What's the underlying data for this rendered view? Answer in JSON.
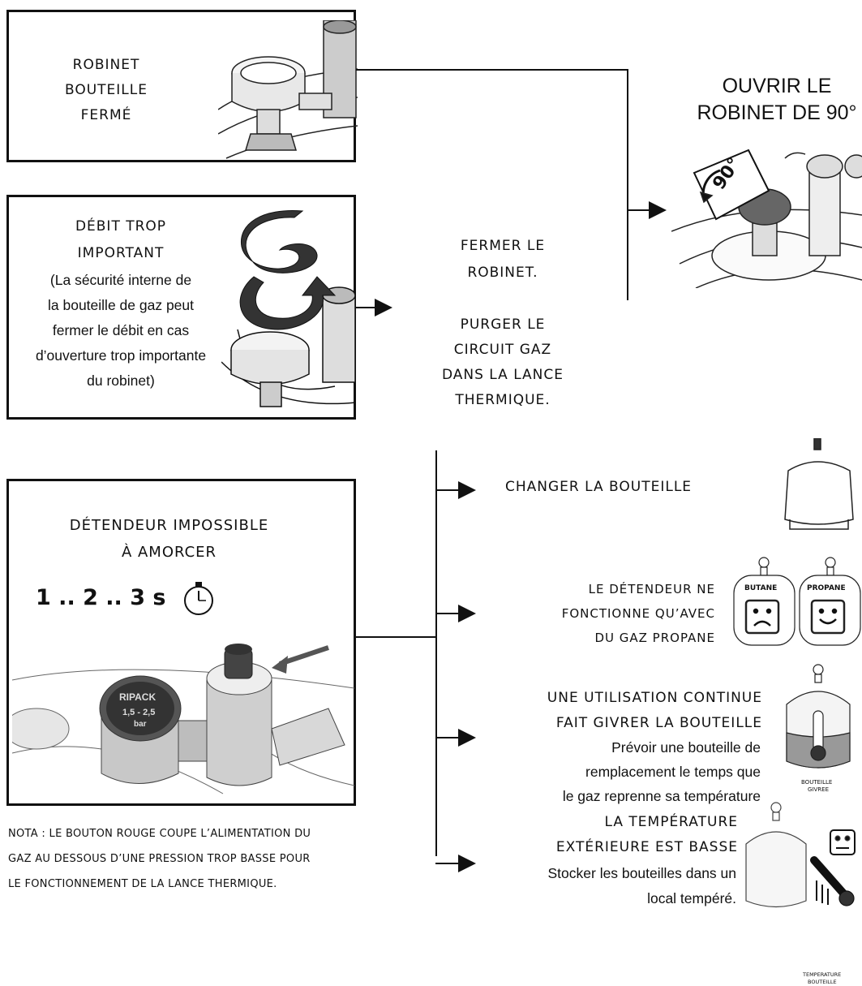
{
  "box_closed": {
    "lines": [
      "ROBINET",
      "BOUTEILLE",
      "FERMÉ"
    ],
    "image": "closed-valve-illustration"
  },
  "box_open": {
    "lines": [
      "OUVRIR LE",
      "ROBINET DE 90°"
    ],
    "angle_label": "90°",
    "image": "valve-rotation-illustration"
  },
  "box_flow": {
    "title_lines": [
      "DÉBIT TROP",
      "IMPORTANT"
    ],
    "note_lines": [
      "(La sécurité interne de",
      "la bouteille de gaz peut",
      "fermer le débit en cas",
      "d’ouverture trop importante",
      "du robinet)"
    ],
    "image": "spiral-valve-illustration"
  },
  "fix_flow": {
    "lines_a": [
      "FERMER LE",
      "ROBINET."
    ],
    "lines_b": [
      "PURGER LE",
      "CIRCUIT GAZ",
      "DANS LA LANCE",
      "THERMIQUE."
    ]
  },
  "box_regulator": {
    "title_lines": [
      "DÉTENDEUR IMPOSSIBLE",
      "À AMORCER"
    ],
    "timer_label": "1 .. 2 .. 3  s",
    "gauge_label": "1,5 - 2,5",
    "gauge_unit": "bar",
    "brand": "RIPACK",
    "image": "regulator-photo"
  },
  "nota": {
    "lines": [
      "NOTA : LE BOUTON ROUGE COUPE L’ALIMENTATION DU",
      "GAZ AU DESSOUS D’UNE PRESSION TROP BASSE POUR",
      "LE FONCTIONNEMENT DE LA LANCE THERMIQUE."
    ]
  },
  "causes": [
    {
      "lines": [
        "CHANGER LA BOUTEILLE"
      ],
      "icon": "gas-bottle-icon"
    },
    {
      "lines": [
        "LE DÉTENDEUR NE",
        "FONCTIONNE QU’AVEC",
        "DU GAZ PROPANE"
      ],
      "icon": "butane-propane-icon",
      "labels": [
        "BUTANE",
        "PROPANE"
      ]
    },
    {
      "lines": [
        "UNE UTILISATION CONTINUE",
        "FAIT GIVRER LA BOUTEILLE"
      ],
      "detail": [
        "Prévoir une bouteille de",
        "remplacement le temps que",
        "le gaz reprenne sa température"
      ],
      "icon": "frosted-bottle-icon",
      "caption": [
        "BOUTEILLE",
        "GIVREE"
      ]
    },
    {
      "lines": [
        "LA TEMPÉRATURE",
        "EXTÉRIEURE EST BASSE"
      ],
      "detail": [
        "Stocker les bouteilles dans un",
        "local tempéré."
      ],
      "icon": "cold-temperature-icon",
      "caption": [
        "TEMPERATURE",
        "BOUTEILLE"
      ]
    }
  ]
}
